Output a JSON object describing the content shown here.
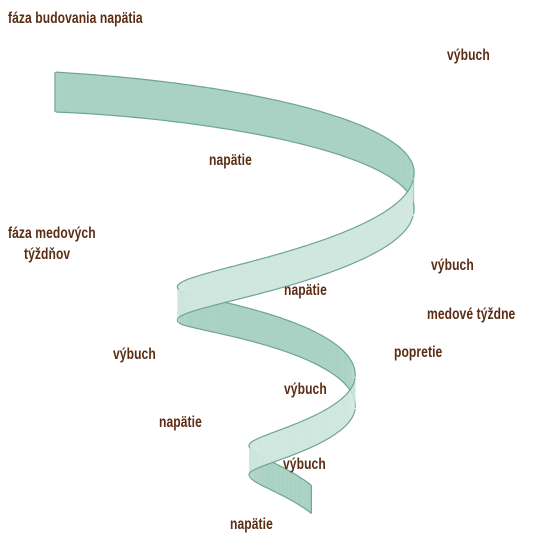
{
  "colors": {
    "label": "#5b2d14",
    "ribbon_front": "#cfe7de",
    "ribbon_back": "#a9d2c4",
    "ribbon_edge": "#6fa494",
    "background": "#ffffff"
  },
  "labels": {
    "building_phase": "fáza budovania napätia",
    "explosion_1": "výbuch",
    "tension_1": "napätie",
    "honeymoon_phase_line1": "fáza medových",
    "honeymoon_phase_line2": "týždňov",
    "explosion_2": "výbuch",
    "tension_2": "napätie",
    "honeymoon_weeks": "medové týždne",
    "explosion_3": "výbuch",
    "denial": "popretie",
    "explosion_4": "výbuch",
    "tension_3": "napätie",
    "explosion_5": "výbuch",
    "tension_4": "napätie"
  }
}
